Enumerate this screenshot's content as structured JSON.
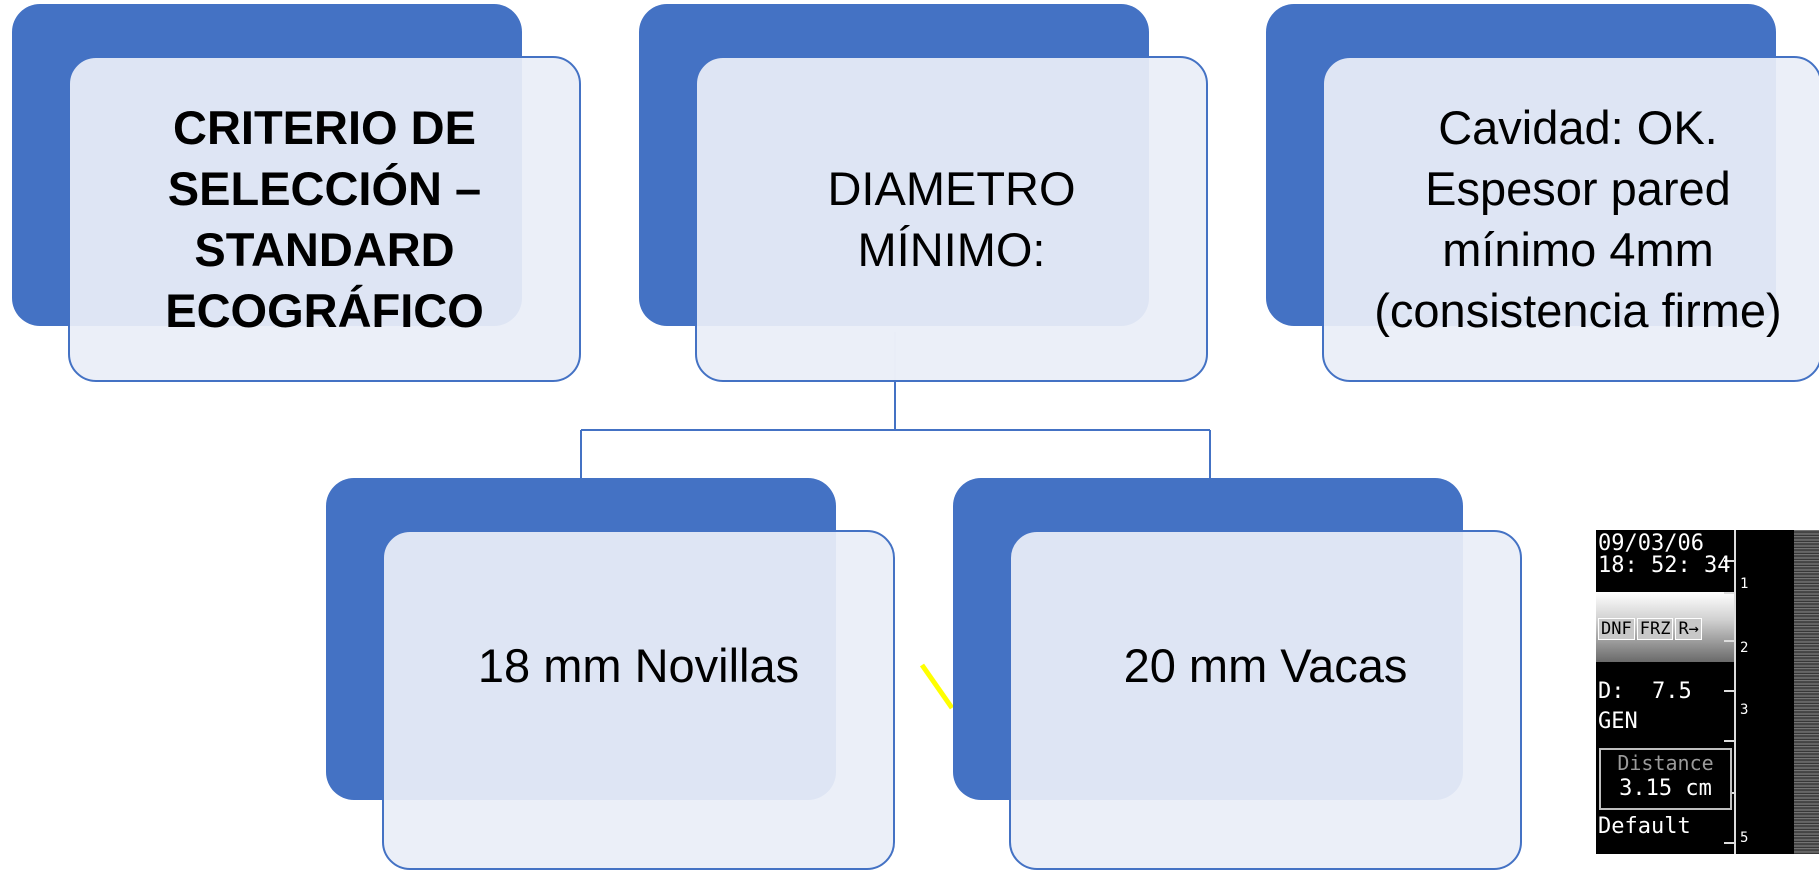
{
  "top_row": [
    {
      "lines": [
        "CRITERIO DE",
        "SELECCIÓN –",
        "STANDARD",
        "ECOGRÁFICO"
      ]
    },
    {
      "lines": [
        "DIAMETRO",
        "MÍNIMO:"
      ]
    },
    {
      "lines": [
        "Cavidad: OK.",
        "Espesor pared",
        "mínimo 4mm",
        "(consistencia firme)"
      ]
    }
  ],
  "bottom_row": [
    {
      "label": "18 mm Novillas"
    },
    {
      "label": "20 mm Vacas"
    }
  ],
  "ultrasound": {
    "date": "09/03/06",
    "time": "18: 52: 34",
    "badges": [
      "DNF",
      "FRZ",
      "R→"
    ],
    "depth_label": "D:",
    "depth_value": "7.5",
    "mode": "GEN",
    "distance_label": "Distance",
    "distance_value": "3.15 cm",
    "preset": "Default",
    "scale": [
      "1",
      "2",
      "3",
      "5"
    ]
  },
  "colors": {
    "accent": "#4472c4",
    "card_fill": "#e9eef7",
    "marker": "#ffff00"
  }
}
